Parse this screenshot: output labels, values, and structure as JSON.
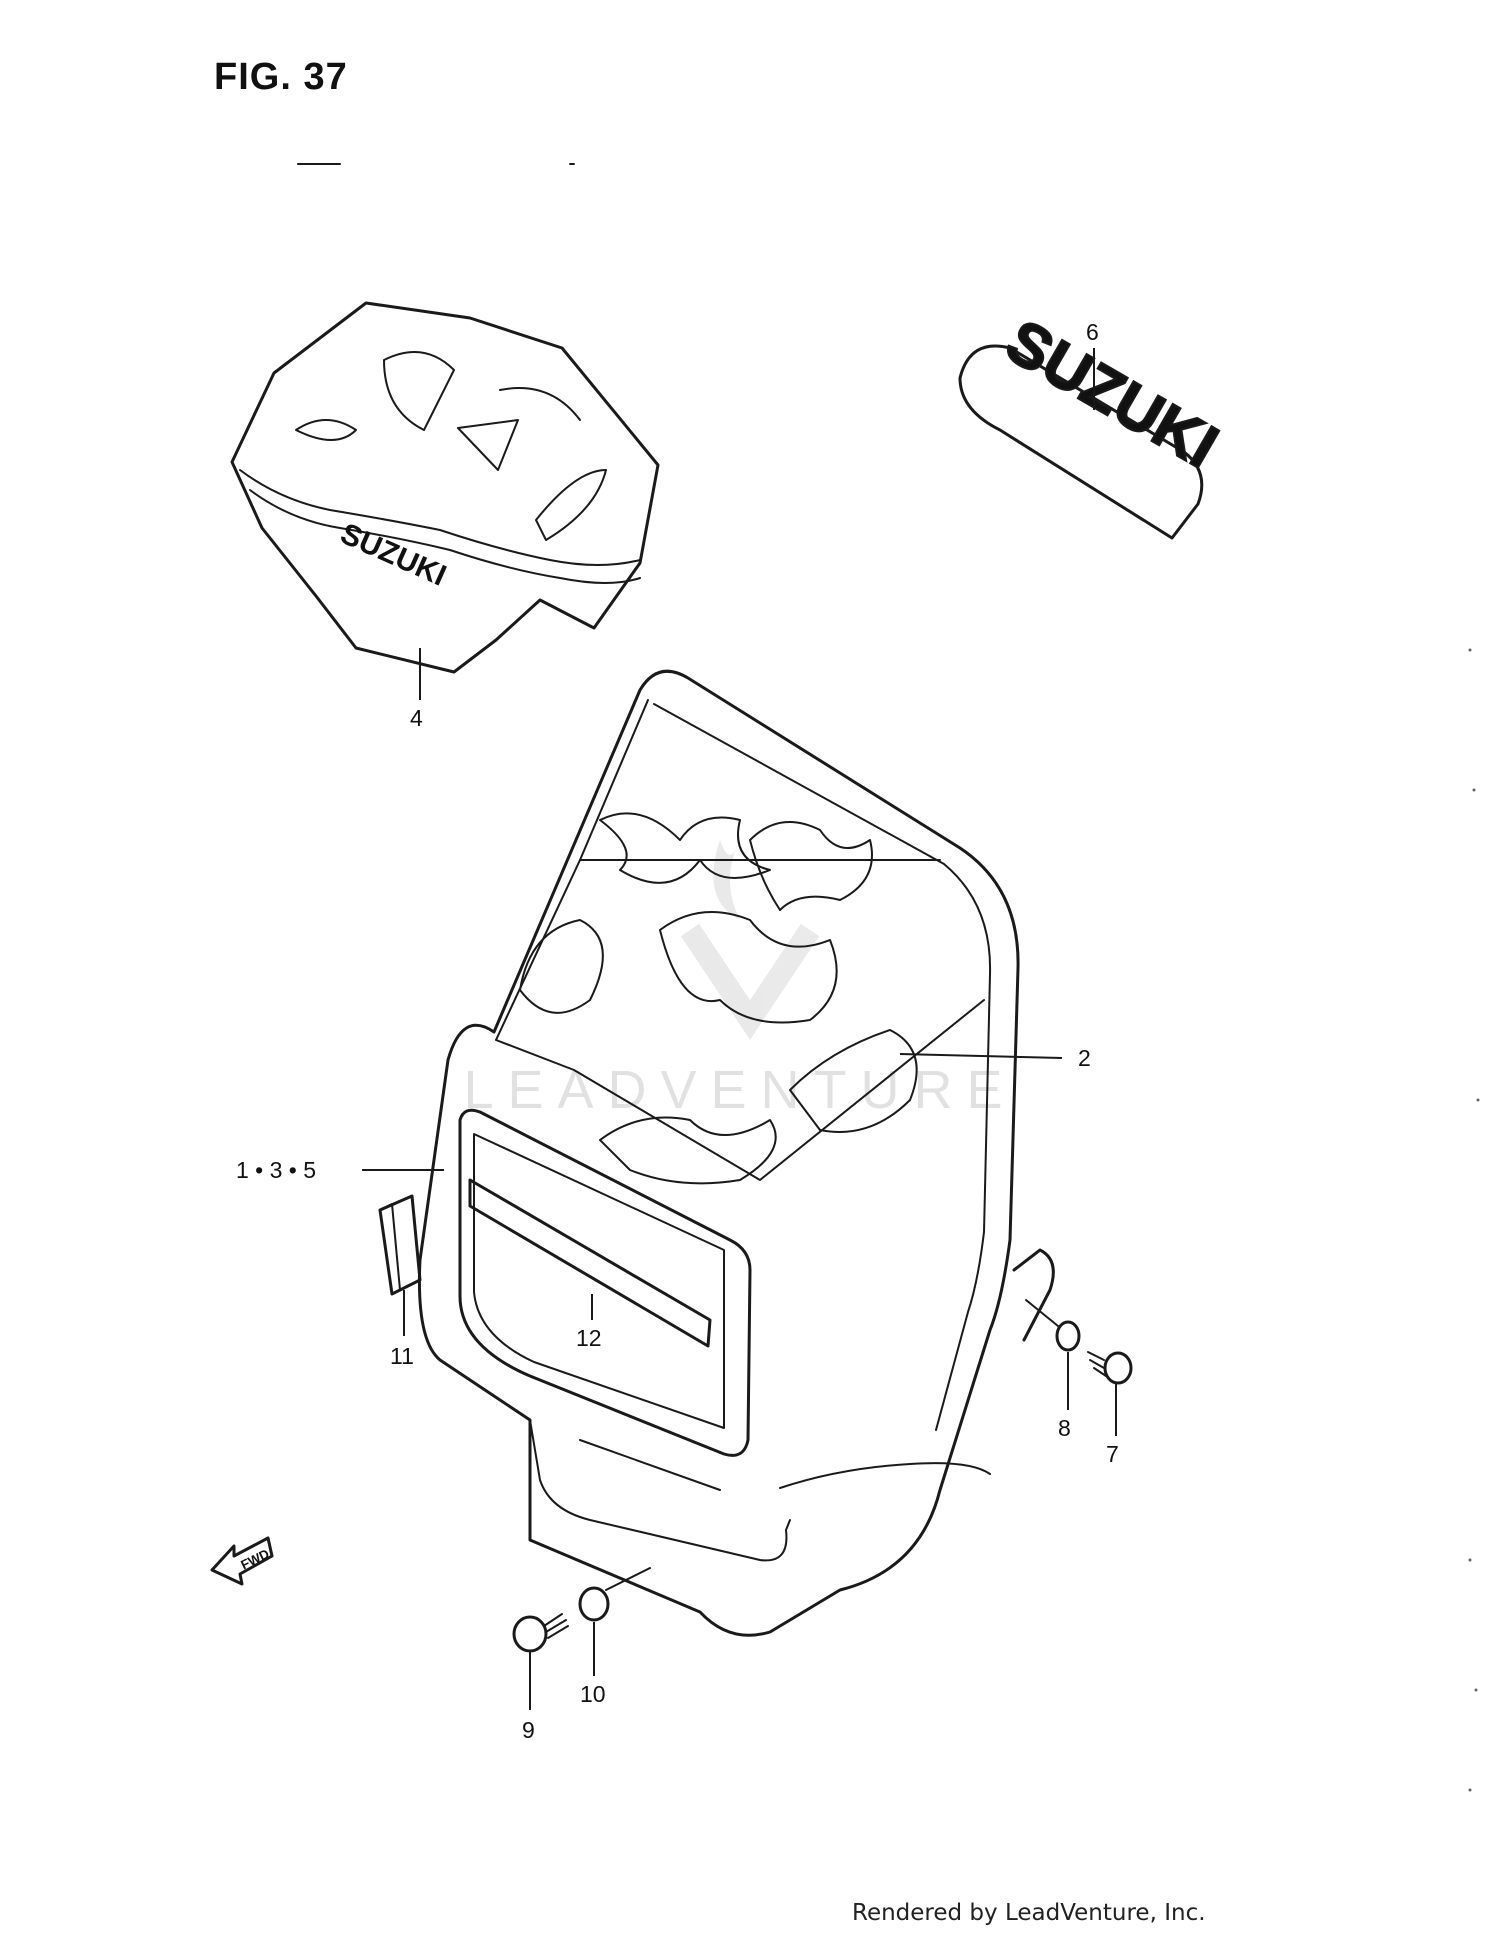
{
  "figure": {
    "title": "FIG. 37"
  },
  "decals": {
    "top_decal_text": "SUZUKI",
    "side_decal_text": "SUZUKI",
    "fwd_arrow_text": "FWD"
  },
  "callouts": [
    {
      "id": "c2",
      "label": "2"
    },
    {
      "id": "c4",
      "label": "4"
    },
    {
      "id": "c6",
      "label": "6"
    },
    {
      "id": "c135",
      "label": "1 • 3 • 5"
    },
    {
      "id": "c11",
      "label": "11"
    },
    {
      "id": "c12",
      "label": "12"
    },
    {
      "id": "c8",
      "label": "8"
    },
    {
      "id": "c7",
      "label": "7"
    },
    {
      "id": "c9",
      "label": "9"
    },
    {
      "id": "c10",
      "label": "10"
    }
  ],
  "watermark": {
    "text": "LEADVENTURE"
  },
  "footer": {
    "credit": "Rendered by LeadVenture, Inc."
  }
}
